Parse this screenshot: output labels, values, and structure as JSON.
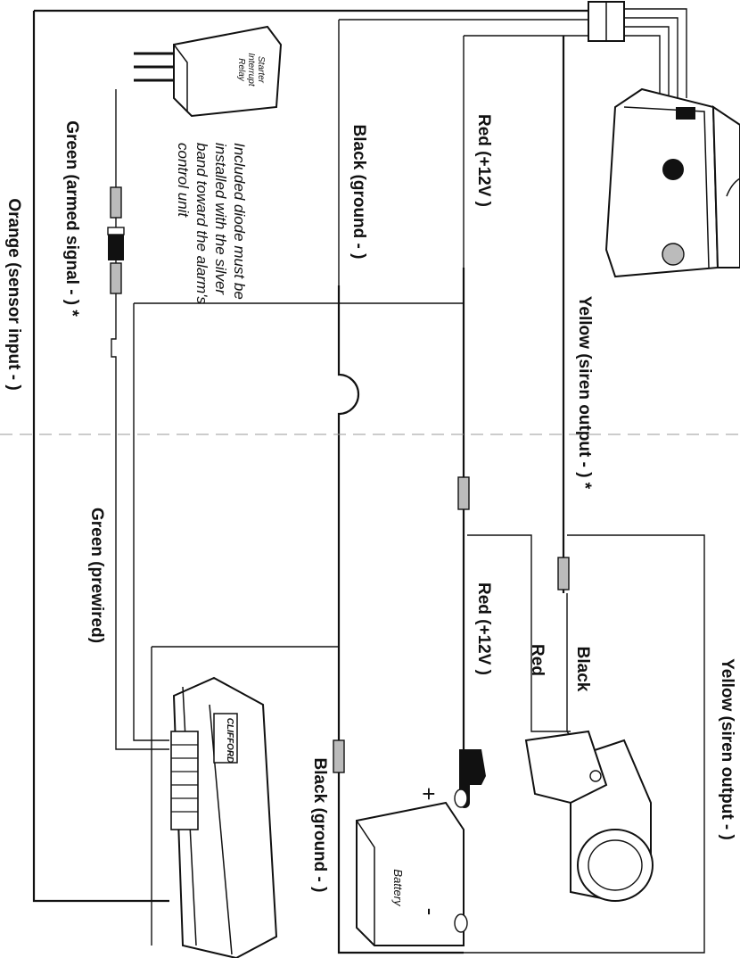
{
  "labels": {
    "orange_sensor": "Orange  (sensor input - )",
    "green_armed": "Green  (armed signal - ) *",
    "black_ground_top": "Black  (ground - )",
    "red_12v_top": "Red  (+12V )",
    "yellow_siren_top": "Yellow  (siren output - ) *",
    "green_prewired": "Green  (prewired)",
    "red_12v_bottom": "Red  (+12V )",
    "red_siren": "Red",
    "black_siren": "Black",
    "yellow_siren_bottom": "Yellow  (siren output - )",
    "black_ground_bottom": "Black  (ground - )"
  },
  "relay": {
    "line1": "Starter",
    "line2": "Interrupt",
    "line3": "Relay"
  },
  "diode_note": {
    "line1": "Included diode must be",
    "line2": "installed with the silver",
    "line3": "band toward the alarm's",
    "line4": "control unit"
  },
  "battery": {
    "label": "Battery",
    "plus": "+",
    "minus": "-"
  },
  "control_unit": {
    "brand": "CLIFFORD"
  }
}
